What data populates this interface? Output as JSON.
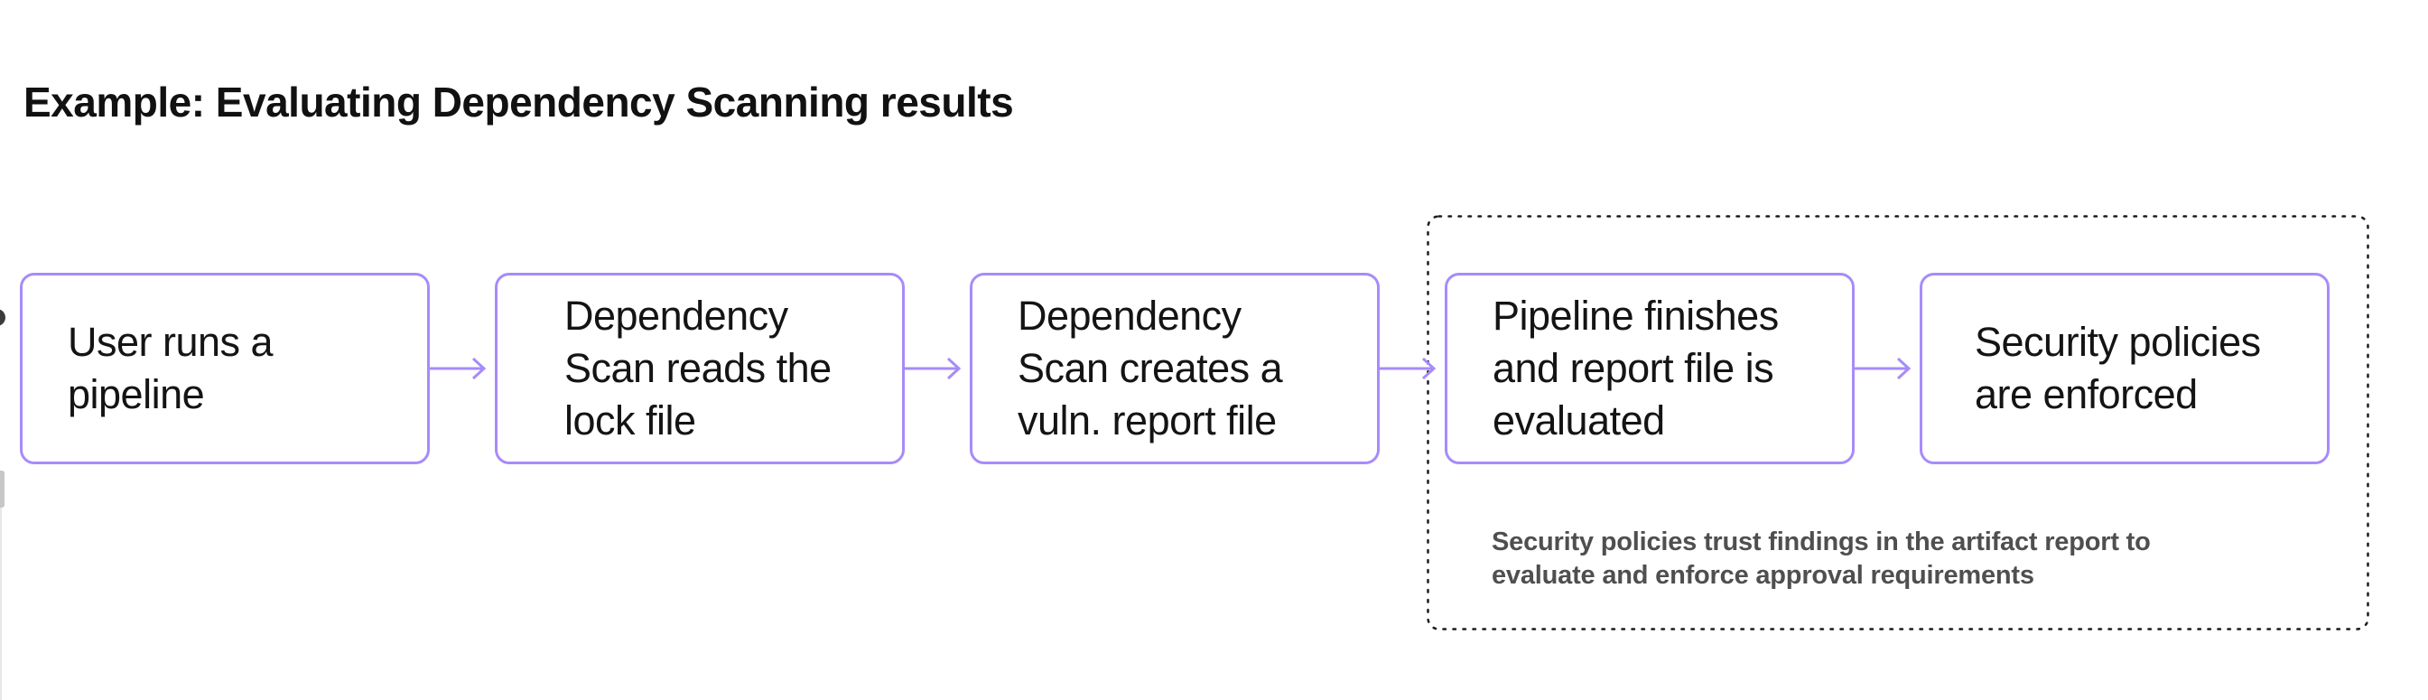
{
  "title": {
    "text": "Example: Evaluating Dependency Scanning results"
  },
  "flow": {
    "steps": [
      {
        "label": "User runs a\npipeline"
      },
      {
        "label": "Dependency\nScan reads the\nlock file"
      },
      {
        "label": "Dependency\nScan creates a\nvuln. report file"
      },
      {
        "label": "Pipeline finishes\nand report file is\nevaluated"
      },
      {
        "label": "Security policies\nare enforced"
      }
    ],
    "policy_group": {
      "contains_steps": [
        4,
        5
      ],
      "note": "Security policies trust findings in the artifact report to\nevaluate and enforce approval requirements"
    }
  },
  "colors": {
    "step_border": "#a78bfa",
    "arrow": "#a78bfa",
    "policy_group_border": "#1c1c1c",
    "step_text": "#141414",
    "title_text": "#111111",
    "note_text": "#4f4f4f",
    "background": "#ffffff"
  }
}
